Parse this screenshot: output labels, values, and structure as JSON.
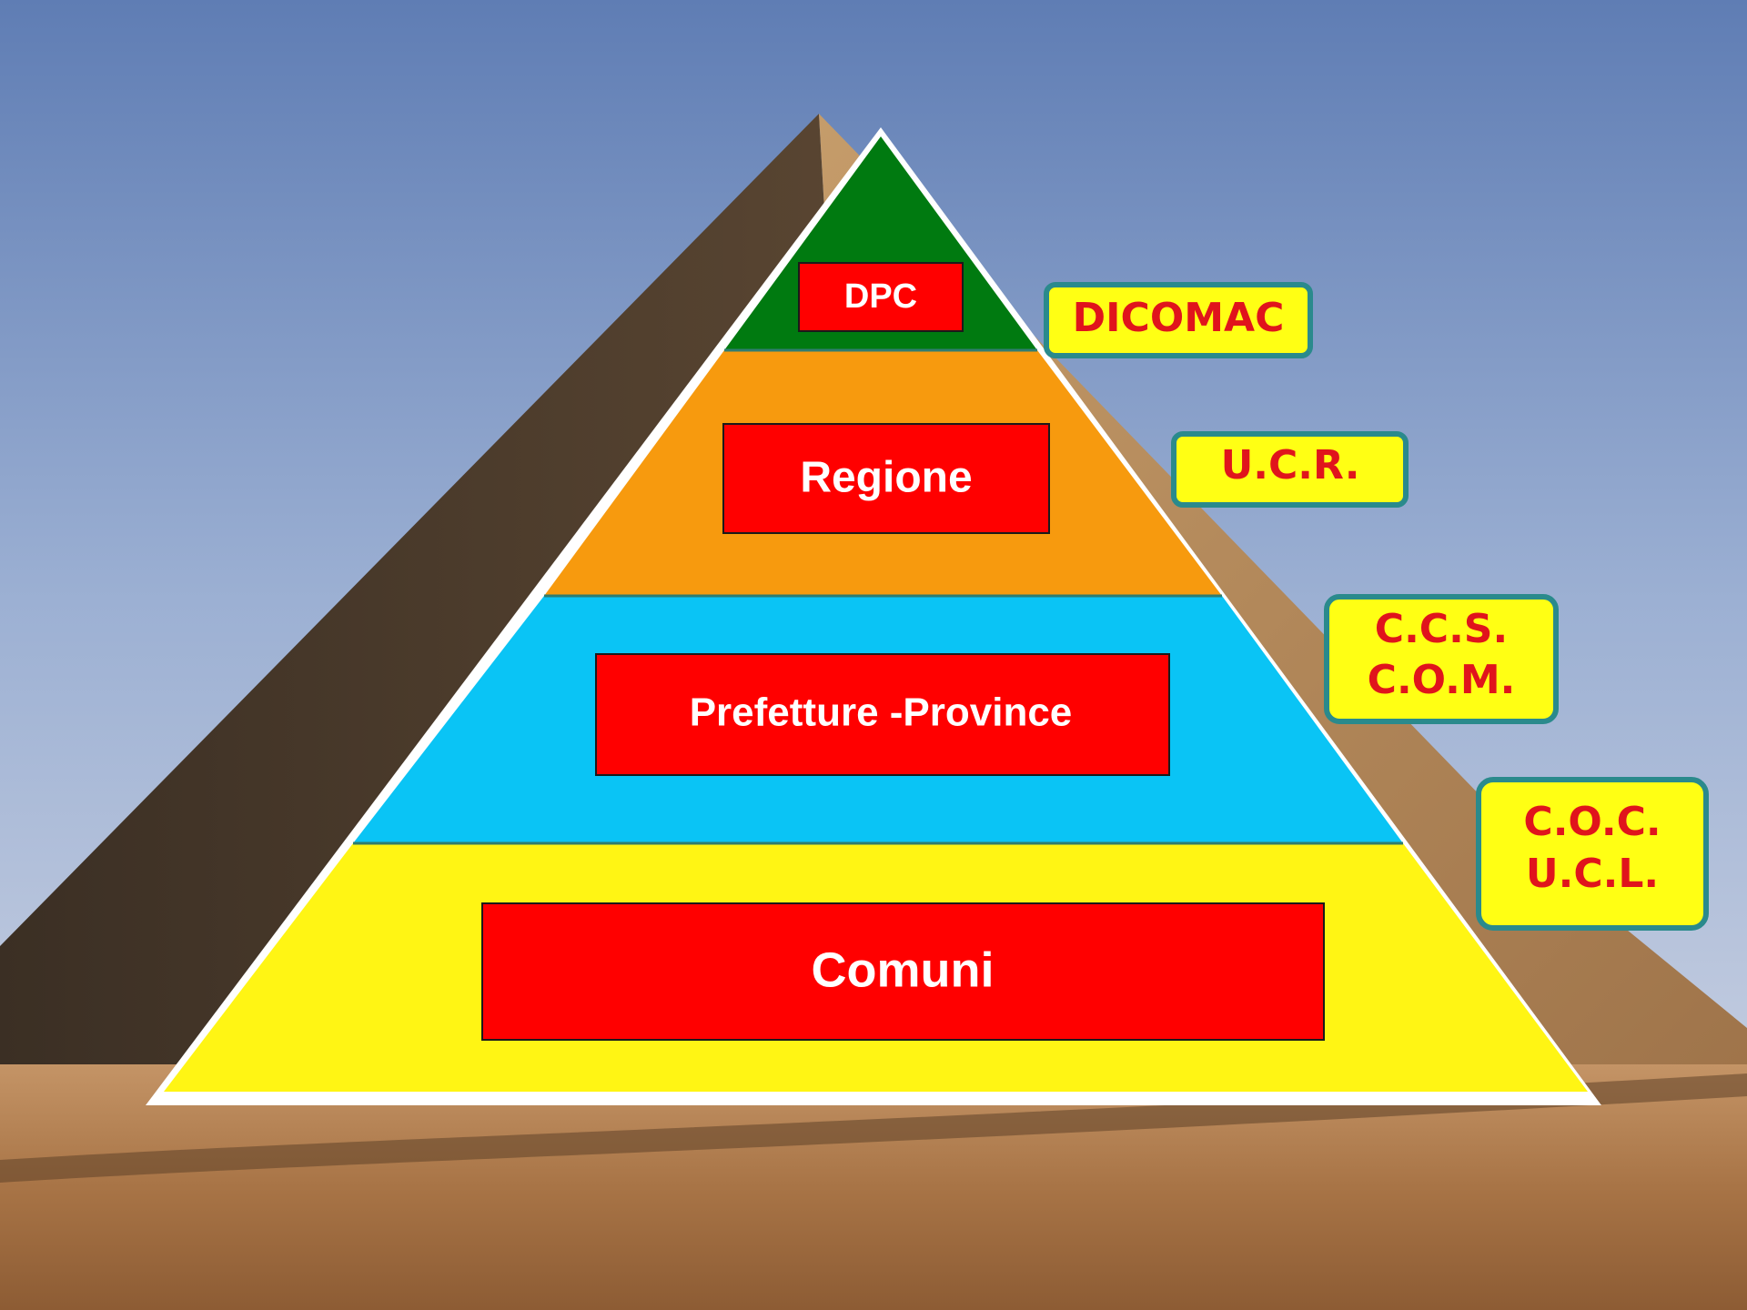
{
  "pyramid": {
    "levels": [
      {
        "label": "DPC",
        "color": "#007a10"
      },
      {
        "label": "Regione",
        "color": "#f79a0e"
      },
      {
        "label": "Prefetture -Province",
        "color": "#0ac4f5"
      },
      {
        "label": "Comuni",
        "color": "#fff514"
      }
    ],
    "label_box_color": "#ff0000"
  },
  "side_labels": [
    {
      "lines": [
        "DICOMAC"
      ]
    },
    {
      "lines": [
        "U.C.R."
      ]
    },
    {
      "lines": [
        "C.C.S.",
        "C.O.M."
      ]
    },
    {
      "lines": [
        "C.O.C.",
        "U.C.L."
      ]
    }
  ],
  "colors": {
    "side_box_fill": "#ffff14",
    "side_box_border": "#2a8a8c",
    "side_text": "#e0141c",
    "sky_top": "#6f87b8",
    "sky_bottom": "#b5c2db",
    "sand": "#b98652"
  }
}
